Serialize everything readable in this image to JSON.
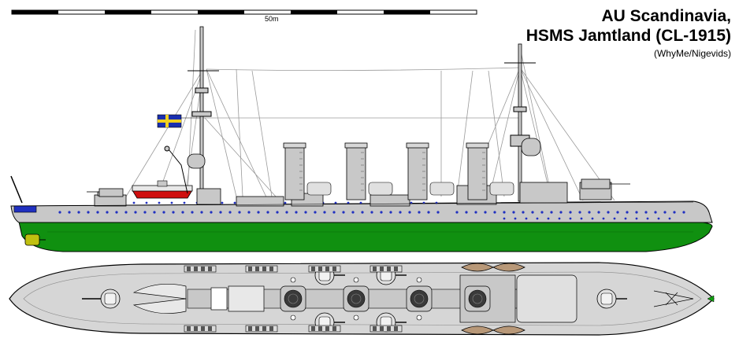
{
  "title": {
    "line1": "AU Scandinavia,",
    "line2": "HSMS Jamtland (CL-1915)",
    "credit": "(WhyMe/Nigevids)"
  },
  "scale": {
    "label": "50m",
    "segments": 10
  },
  "colors": {
    "hull_upper": "#c8c8c8",
    "hull_lower": "#109010",
    "deck": "#d6d6d6",
    "outline": "#000000",
    "flag_blue": "#1a2fb0",
    "flag_yellow": "#f0d020",
    "boat_red": "#d01010",
    "porthole": "#2030c0"
  },
  "icons": {
    "flag": "swedish-naval-flag",
    "bow_ornament": "bow-crest-icon"
  }
}
